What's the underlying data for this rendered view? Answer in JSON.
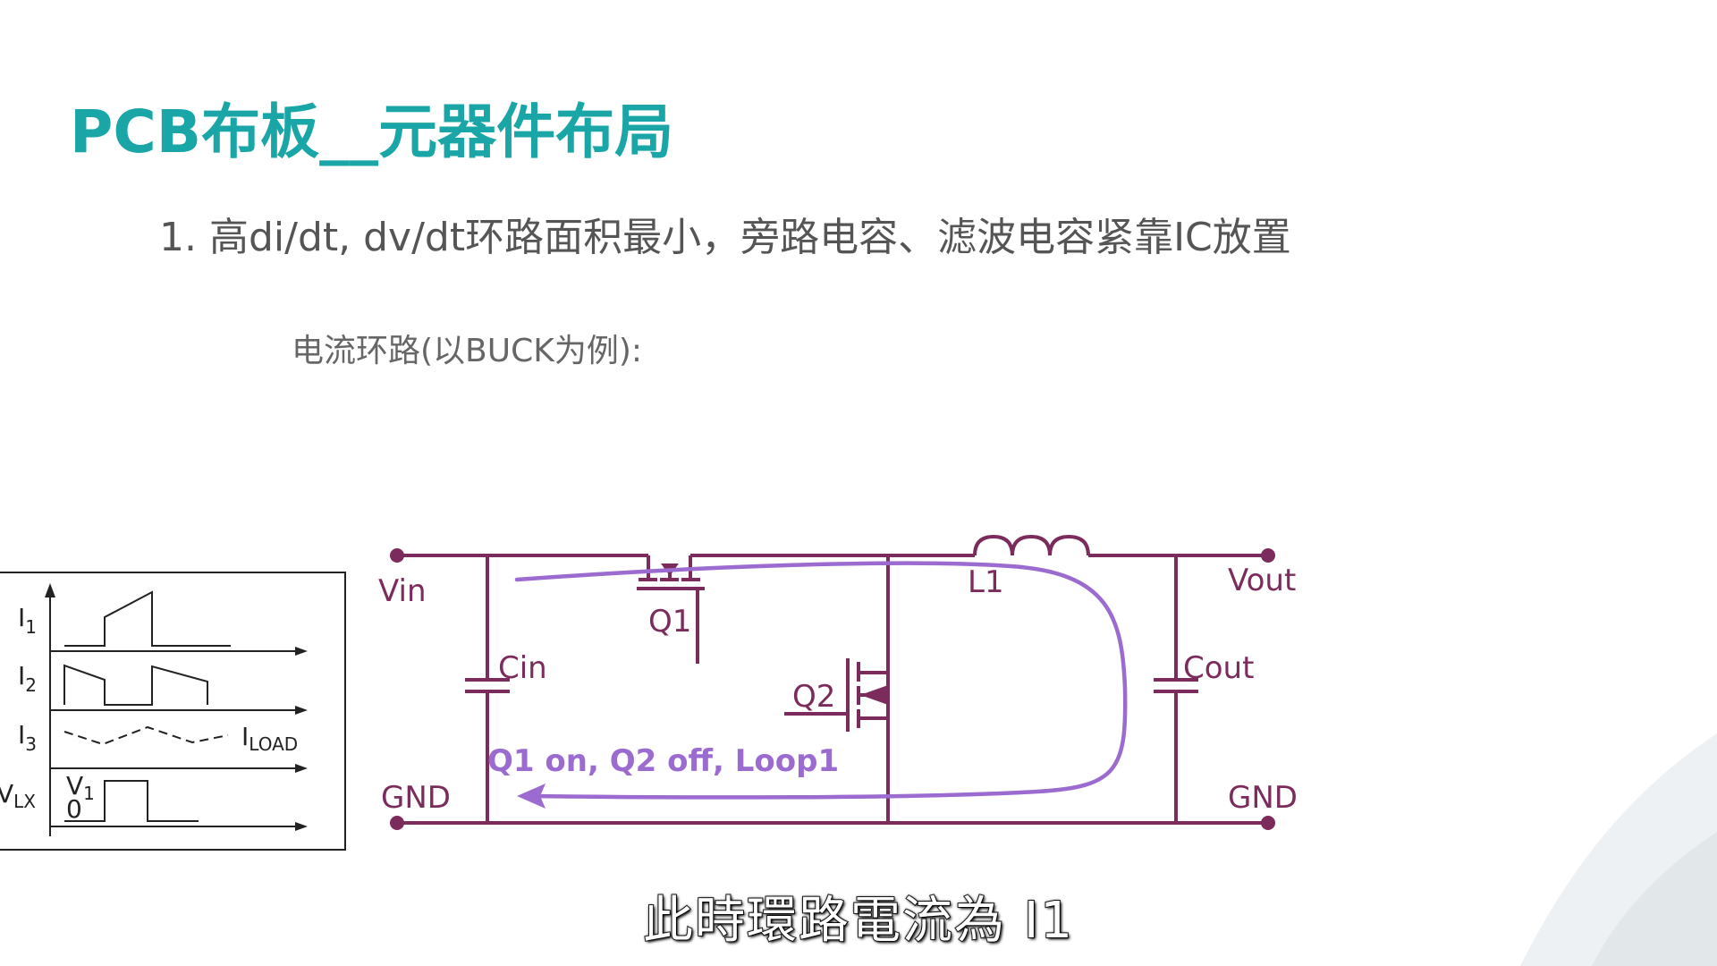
{
  "slide": {
    "title": "PCB布板__元器件布局",
    "bullet": "1. 高di/dt, dv/dt环路面积最小，旁路电容、滤波电容紧靠IC放置",
    "subtitle": "电流环路(以BUCK为例):",
    "caption": "此時環路電流為 I1"
  },
  "circuit": {
    "labels": {
      "vin": "Vin",
      "vout": "Vout",
      "gnd_left": "GND",
      "gnd_right": "GND",
      "cin": "Cin",
      "cout": "Cout",
      "q1": "Q1",
      "q2": "Q2",
      "l1": "L1"
    },
    "loop_label": "Q1 on, Q2 off, Loop1",
    "wire_color": "#7b2c5c",
    "loop_color": "#9b6bd0"
  },
  "waveforms": {
    "i1": "I",
    "i1_sub": "1",
    "i2": "I",
    "i2_sub": "2",
    "i3": "I",
    "i3_sub": "3",
    "vlx": "V",
    "vlx_sub": "LX",
    "iload": "I",
    "iload_sub": "LOAD",
    "v1": "V",
    "v1_sub": "1",
    "zero": "0"
  }
}
